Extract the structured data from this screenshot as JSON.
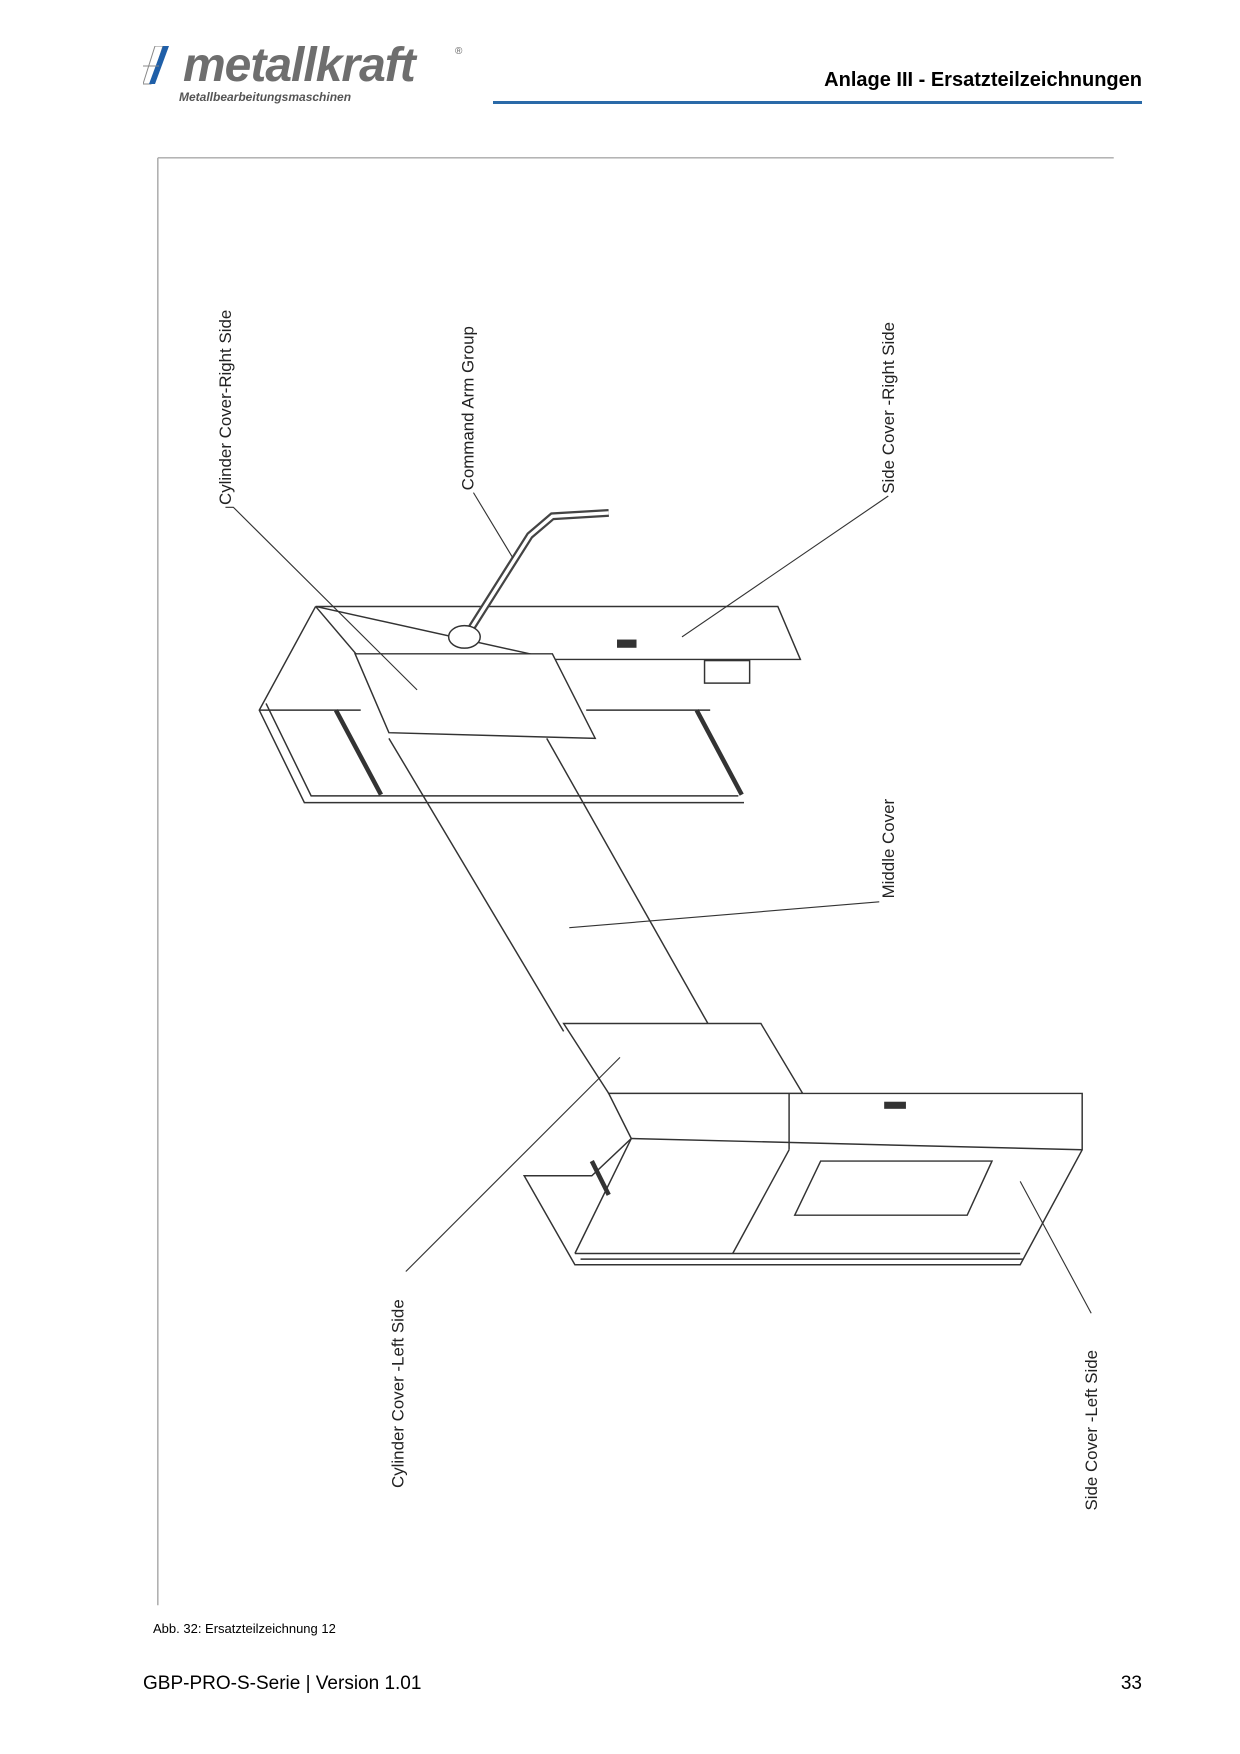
{
  "header": {
    "logo_text": "metallkraft",
    "logo_subtitle": "Metallbearbeitungsmaschinen",
    "title": "Anlage III - Ersatzteilzeichnungen",
    "accent_color": "#2a6aa8"
  },
  "drawing": {
    "labels": {
      "cylinder_cover_right": "Cylinder Cover-Right Side",
      "command_arm_group": "Command Arm Group",
      "side_cover_right": "Side Cover -Right Side",
      "middle_cover": "Middle Cover",
      "cylinder_cover_left": "Cylinder Cover -Left Side",
      "side_cover_left": "Side Cover -Left Side"
    }
  },
  "caption": "Abb. 32: Ersatzteilzeichnung 12",
  "footer": {
    "document": "GBP-PRO-S-Serie | Version 1.01",
    "page_number": "33"
  }
}
